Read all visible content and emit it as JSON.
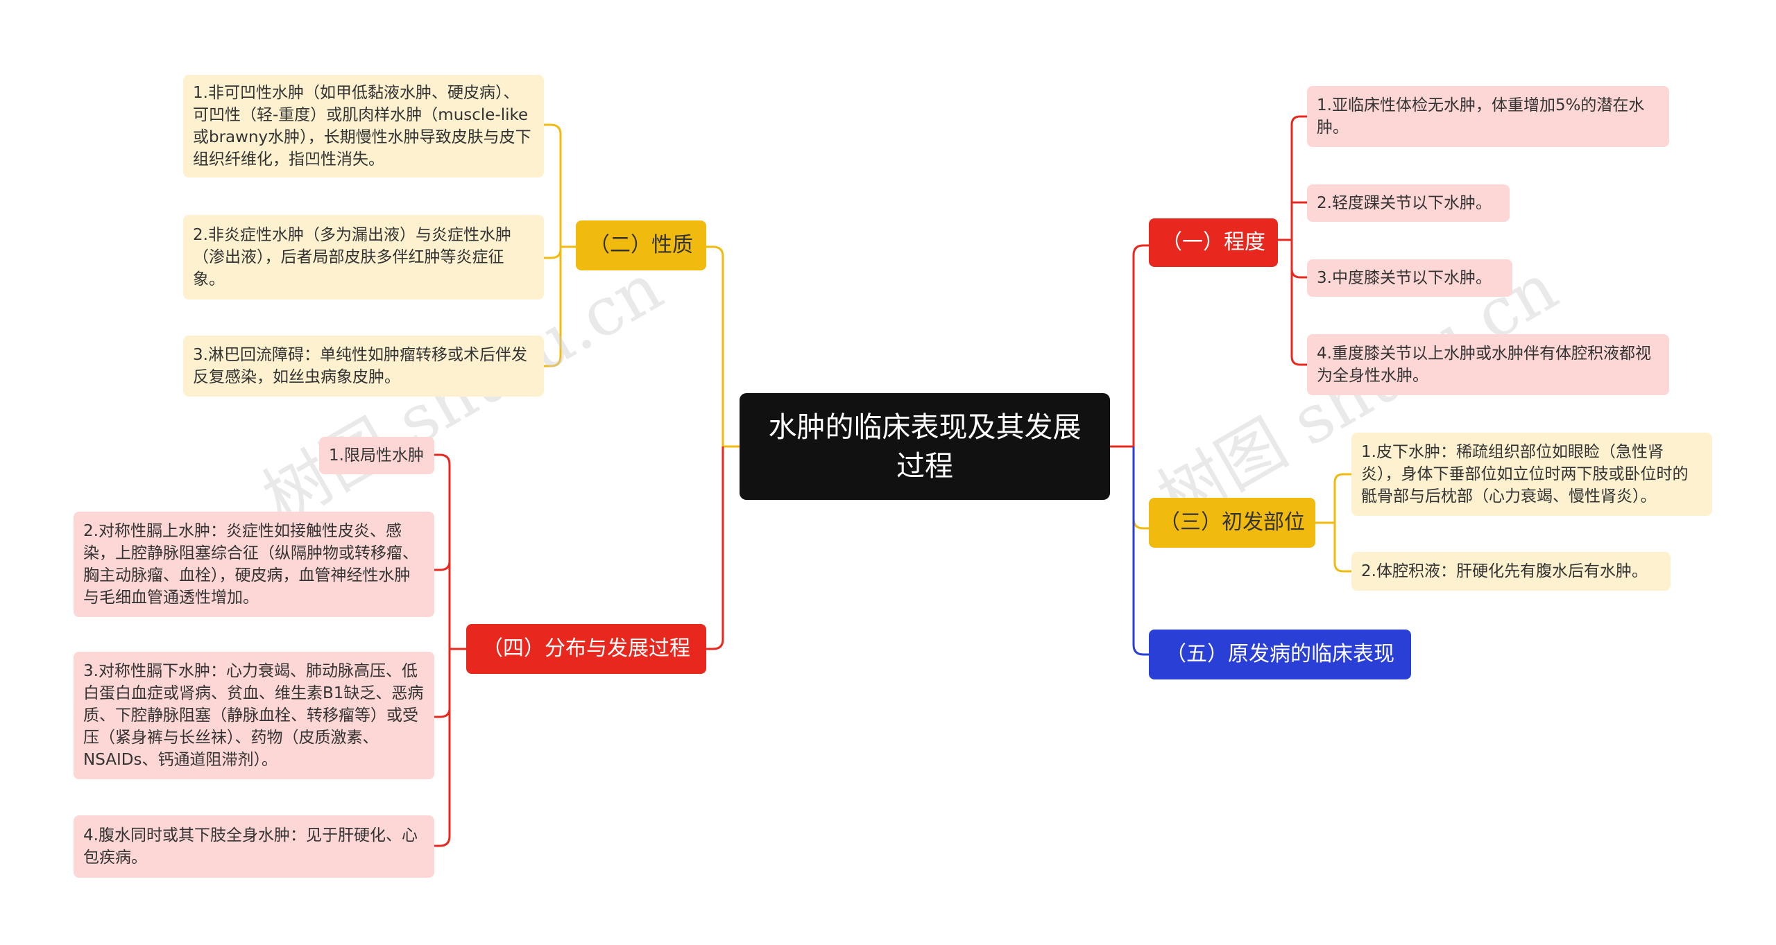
{
  "root": {
    "title": "水肿的临床表现及其发展过程"
  },
  "branches": {
    "degree": {
      "label": "（一）程度",
      "leaves": [
        "1.亚临床性体检无水肿，体重增加5%的潜在水肿。",
        "2.轻度踝关节以下水肿。",
        "3.中度膝关节以下水肿。",
        "4.重度膝关节以上水肿或水肿伴有体腔积液都视为全身性水肿。"
      ]
    },
    "nature": {
      "label": "（二）性质",
      "leaves": [
        "1.非可凹性水肿（如甲低黏液水肿、硬皮病）、可凹性（轻-重度）或肌肉样水肿（muscle-like或brawny水肿），长期慢性水肿导致皮肤与皮下组织纤维化，指凹性消失。",
        "2.非炎症性水肿（多为漏出液）与炎症性水肿（渗出液），后者局部皮肤多伴红肿等炎症征象。",
        "3.淋巴回流障碍：单纯性如肿瘤转移或术后伴发反复感染，如丝虫病象皮肿。"
      ]
    },
    "site": {
      "label": "（三）初发部位",
      "leaves": [
        "1.皮下水肿：稀疏组织部位如眼睑（急性肾炎），身体下垂部位如立位时两下肢或卧位时的骶骨部与后枕部（心力衰竭、慢性肾炎）。",
        "2.体腔积液：肝硬化先有腹水后有水肿。"
      ]
    },
    "distribution": {
      "label": "（四）分布与发展过程",
      "leaves": [
        "1.限局性水肿",
        "2.对称性膈上水肿：炎症性如接触性皮炎、感染，上腔静脉阻塞综合征（纵隔肿物或转移瘤、胸主动脉瘤、血栓），硬皮病，血管神经性水肿与毛细血管通透性增加。",
        "3.对称性膈下水肿：心力衰竭、肺动脉高压、低白蛋白血症或肾病、贫血、维生素B1缺乏、恶病质、下腔静脉阻塞（静脉血栓、转移瘤等）或受压（紧身裤与长丝袜）、药物（皮质激素、NSAIDs、钙通道阻滞剂）。",
        "4.腹水同时或其下肢全身水肿：见于肝硬化、心包疾病。"
      ]
    },
    "primary": {
      "label": "（五）原发病的临床表现"
    }
  },
  "watermark": "树图 shutu.cn",
  "colors": {
    "red": "#e8281e",
    "yellow": "#f1ba0e",
    "blue": "#2a3fd6",
    "pink_leaf": "#fdd7d5",
    "cream_leaf": "#fdf1cf",
    "root": "#111111"
  }
}
